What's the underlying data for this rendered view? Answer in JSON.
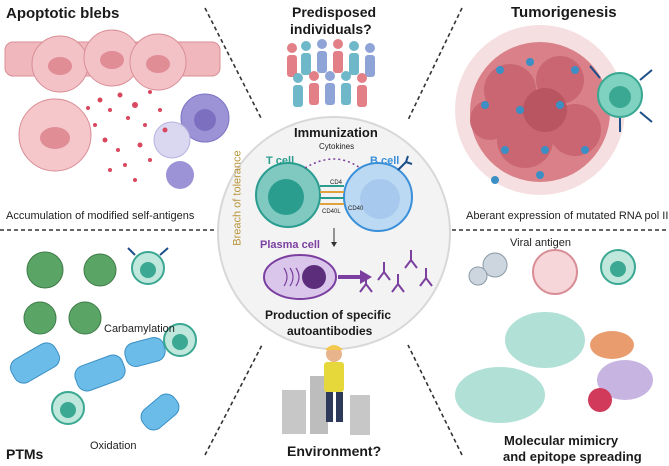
{
  "quadrants": {
    "top_left": {
      "title": "Apoptotic blebs",
      "caption": "Accumulation of modified self-antigens"
    },
    "top_center": {
      "title_line1": "Predisposed",
      "title_line2": "individuals?"
    },
    "top_right": {
      "title": "Tumorigenesis",
      "caption": "Aberant expression of mutated RNA pol III"
    },
    "bottom_left": {
      "title": "PTMs",
      "label_carbamylation": "Carbamylation",
      "label_oxidation": "Oxidation"
    },
    "bottom_center": {
      "title": "Environment?"
    },
    "bottom_right": {
      "viral_label": "Viral antigen",
      "title_line1": "Molecular mimicry",
      "title_line2": "and epitope spreading"
    }
  },
  "center": {
    "title": "Immunization",
    "side_label": "Breach of tolerance",
    "tcell_label": "T cell",
    "bcell_label": "B cell",
    "cytokines_label": "Cytokines",
    "cd4": "CD4",
    "cd40l": "CD40L",
    "cd40": "CD40",
    "plasma_label": "Plasma cell",
    "production_line1": "Production of specific",
    "production_line2": "autoantibodies"
  },
  "colors": {
    "tcell": "#2a9d8f",
    "bcell": "#3a8fd9",
    "plasma": "#7b3fa0",
    "breach": "#b8963a",
    "blebs": "#e9a0a8",
    "tumor": "#c0616a",
    "ptm_green": "#4f9a5a",
    "ptm_blue": "#5aaee0"
  }
}
